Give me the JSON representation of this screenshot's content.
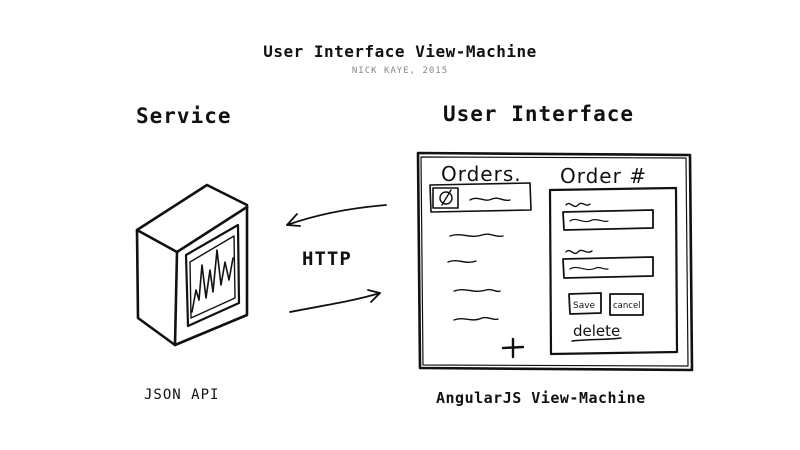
{
  "title": "User Interface View-Machine",
  "subtitle": "NICK KAYE, 2015",
  "service": {
    "heading": "Service",
    "caption": "JSON API"
  },
  "connector": {
    "label": "HTTP"
  },
  "user_interface": {
    "heading": "User Interface",
    "caption": "AngularJS View-Machine",
    "wireframe": {
      "list_title": "Orders.",
      "detail_title": "Order #",
      "save_label": "Save",
      "cancel_label": "cancel",
      "delete_label": "delete",
      "add_symbol": "+"
    }
  },
  "icons": {
    "server": "server-box-icon",
    "add": "plus-icon",
    "selected": "selected-item-icon"
  },
  "colors": {
    "ink": "#111111",
    "subtitle": "#888888",
    "background": "#ffffff"
  }
}
